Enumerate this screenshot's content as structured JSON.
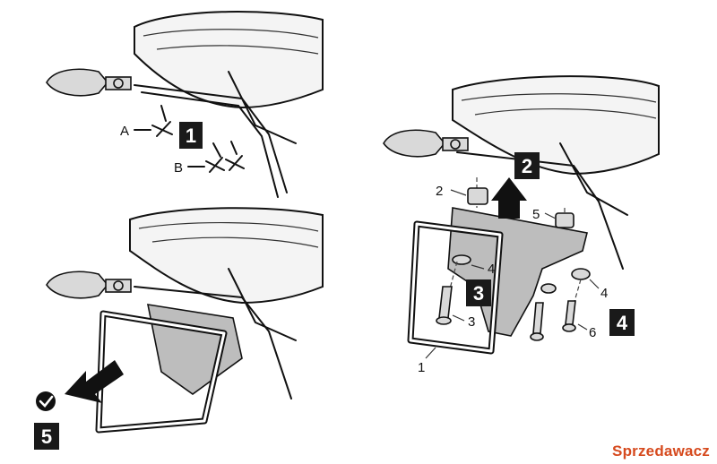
{
  "panels": {
    "top_left": {
      "step_number": "1",
      "labels": {
        "a": "A",
        "b": "B"
      }
    },
    "bottom_left": {
      "step_number": "5",
      "check_icon": "checkmark-circle-icon"
    },
    "right": {
      "step_numbers": [
        "2",
        "3",
        "4"
      ],
      "callouts": [
        "1",
        "2",
        "3",
        "4",
        "4",
        "5",
        "6"
      ]
    }
  },
  "watermark": {
    "text": "Sprzedawacz",
    "color": "#d64a1e"
  }
}
